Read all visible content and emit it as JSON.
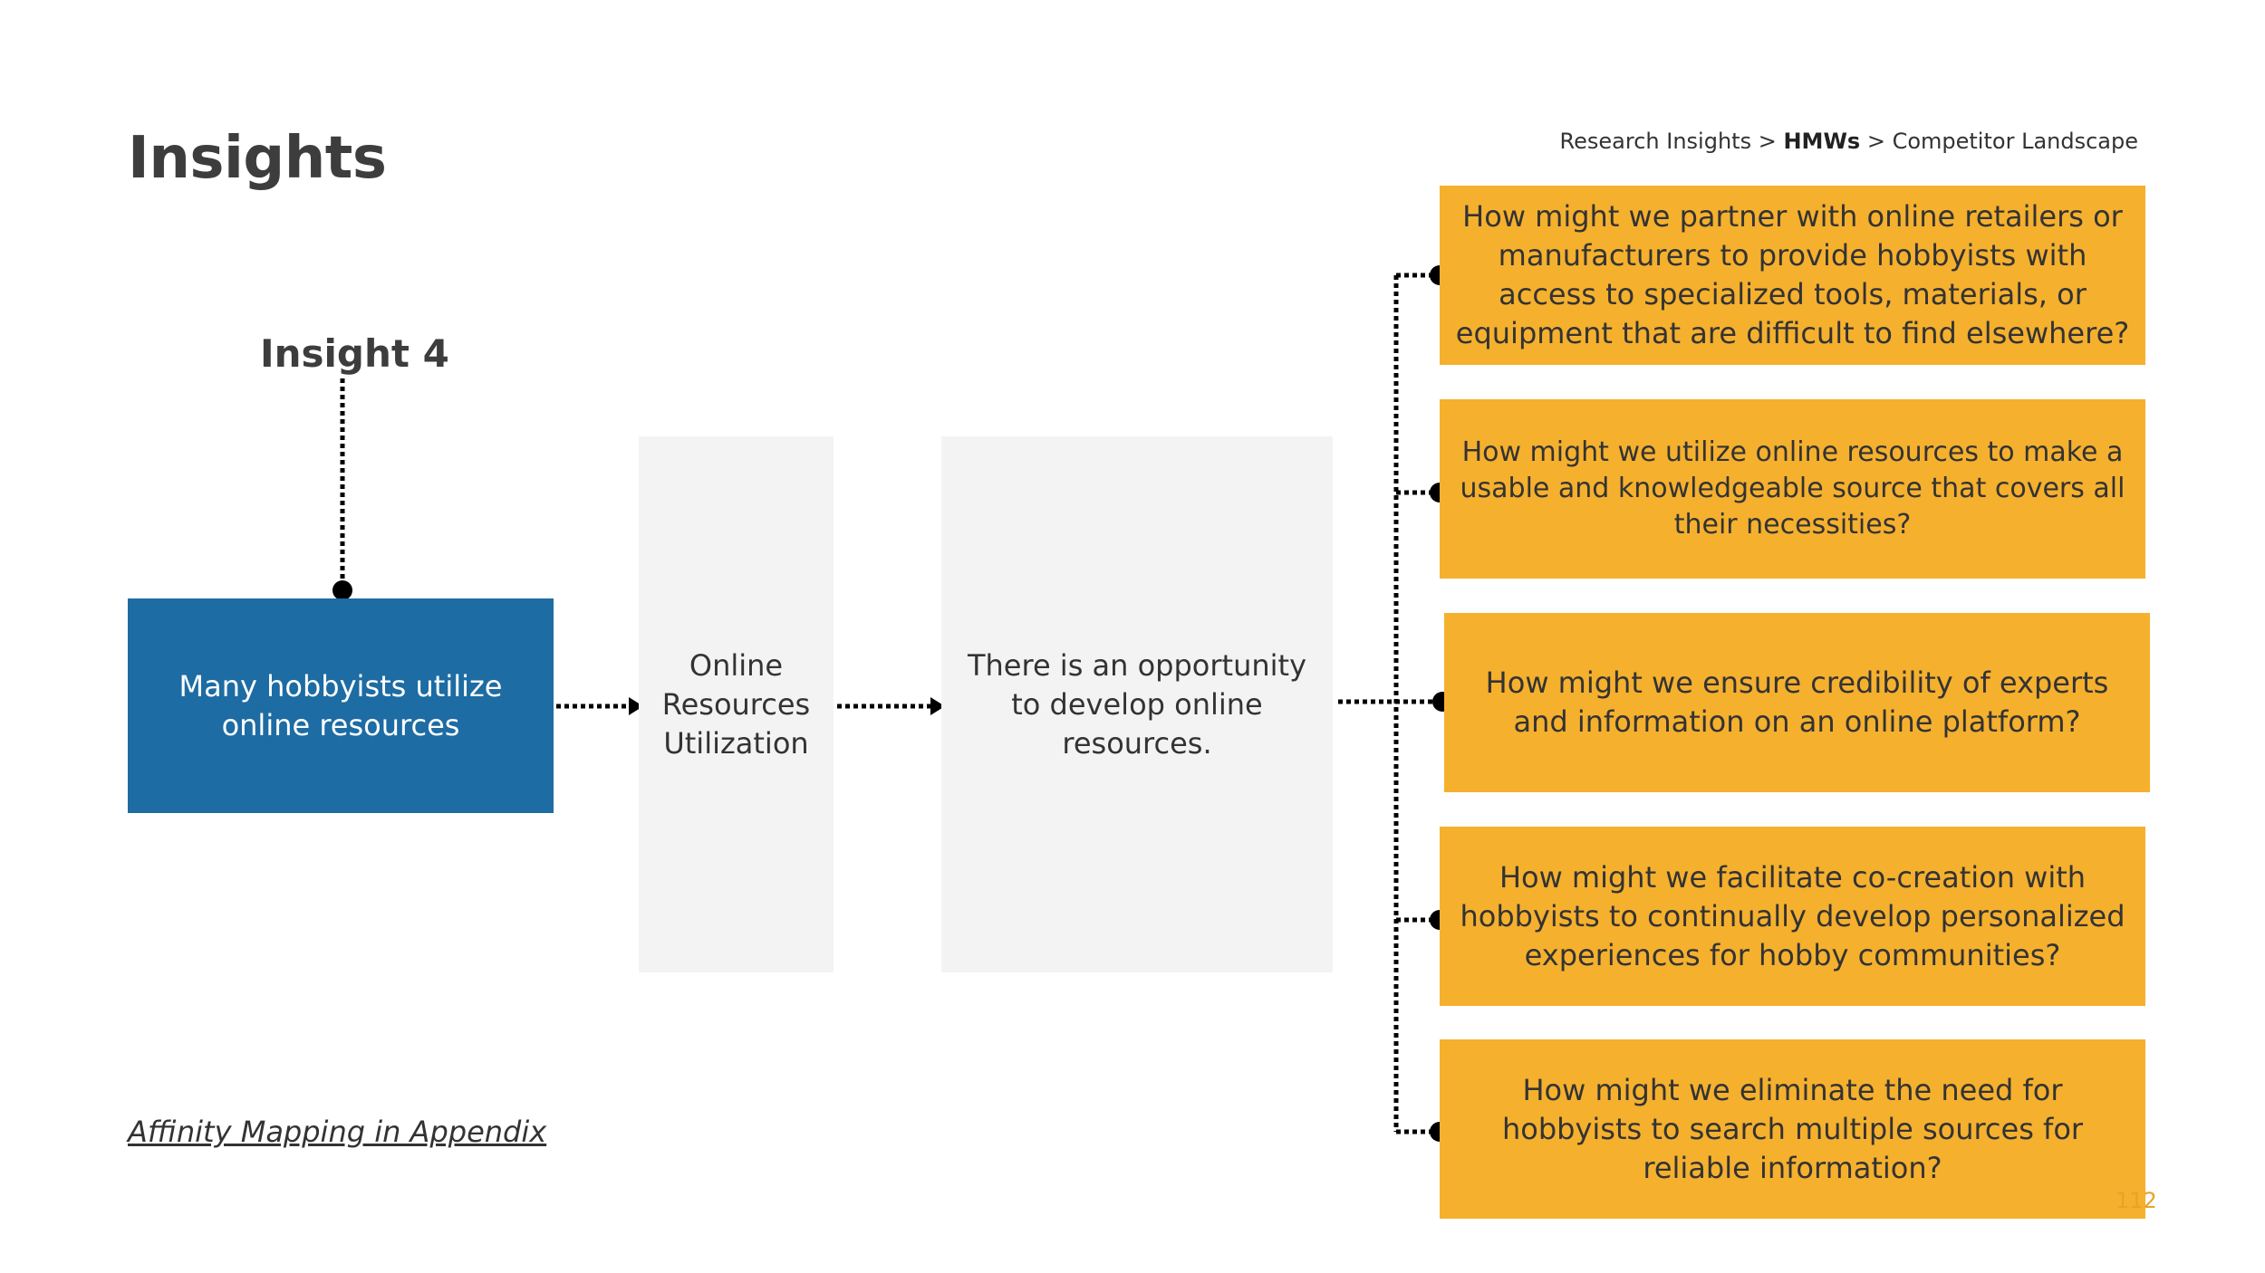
{
  "page": {
    "title": "Insights",
    "breadcrumb": {
      "item1": "Research Insights",
      "sep1": " > ",
      "current": "HMWs",
      "sep2": " > ",
      "item3": "Competitor Landscape"
    },
    "page_number": "112"
  },
  "insight": {
    "label": "Insight 4",
    "statement": "Many hobbyists utilize online resources",
    "theme": "Online Resources Utilization",
    "opportunity": "There is an opportunity to develop online resources."
  },
  "hmws": [
    "How might we partner with online retailers or manufacturers to provide hobbyists with access to specialized tools, materials, or equipment that are difficult to find elsewhere?",
    "How might we utilize online resources to make a usable and knowledgeable source that covers all their necessities?",
    "How might we ensure credibility of experts and information on an online platform?",
    "How might we facilitate co-creation with hobbyists to continually develop personalized experiences for hobby communities?",
    "How might we eliminate the need for hobbyists to search multiple sources for reliable information?"
  ],
  "footer": {
    "appendix_link": "Affinity Mapping in Appendix"
  },
  "colors": {
    "statement_box": "#1d6ca3",
    "hmw_box": "#f5b02e",
    "grey_box": "#f3f3f3",
    "connector": "#000000"
  }
}
